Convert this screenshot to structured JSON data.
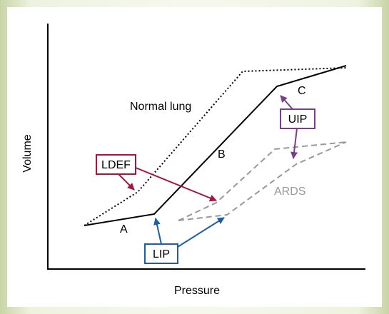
{
  "axes": {
    "x_label": "Pressure",
    "y_label": "Volume"
  },
  "curves": {
    "normal_label": "Normal lung",
    "ards_label": "ARDS"
  },
  "points": {
    "a": "A",
    "b": "B",
    "c": "C"
  },
  "callouts": {
    "ldef": "LDEF",
    "lip": "LIP",
    "uip": "UIP"
  },
  "colors": {
    "ldef": "#a3173c",
    "lip": "#1c5fa6",
    "uip": "#7a3d87",
    "ards": "#999999",
    "curve": "#000000",
    "frame": "#c9d4a6"
  }
}
